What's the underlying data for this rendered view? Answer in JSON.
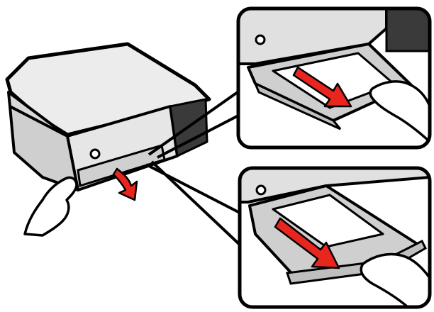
{
  "figure": {
    "panels": [
      "main-printer-view",
      "top-inset-tray",
      "bottom-inset-tray"
    ],
    "icons": {
      "arrow": "pull-arrow-icon",
      "hand": "hand-icon",
      "button": "power-button-icon"
    },
    "colors": {
      "outline": "#000000",
      "printer_gray": "#d9d9d9",
      "printer_light": "#ececec",
      "printer_dark": "#3a3a3a",
      "tray_gray": "#cfcfcf",
      "paper": "#ffffff",
      "arrow_red": "#e8261f",
      "background": "#ffffff"
    }
  }
}
